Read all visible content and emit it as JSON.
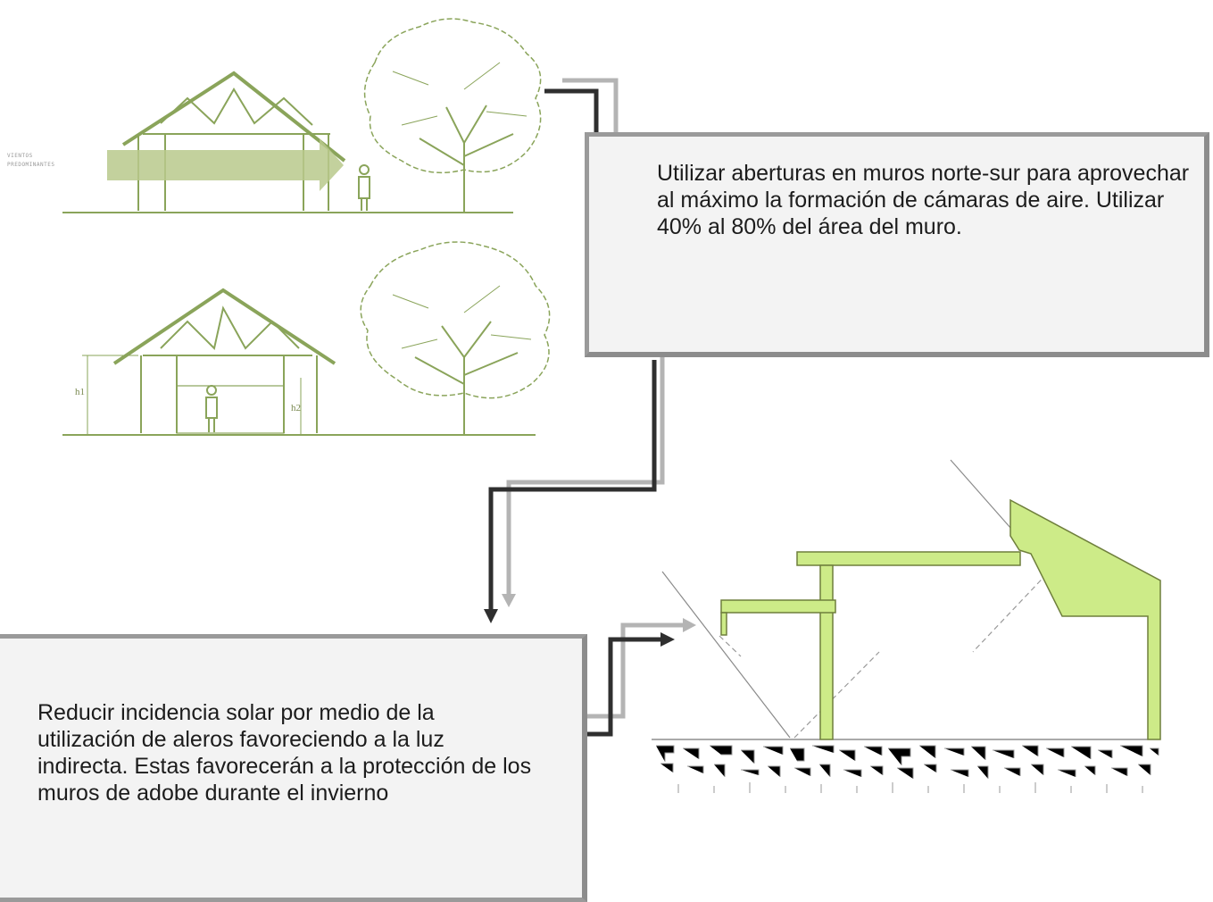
{
  "notes": {
    "top": "Utilizar aberturas en muros norte-sur para aprovechar al máximo la formación de cámaras de aire. Utilizar 40% al 80% del área del muro.",
    "bottom": "Reducir incidencia solar por medio de la utilización de aleros favoreciendo a la luz indirecta. Estas favorecerán a la protección de los muros de adobe durante el invierno"
  },
  "sketch_labels": {
    "wind_line1": "VIENTOS",
    "wind_line2": "PREDOMINANTES",
    "h1": "h1",
    "h2": "h2"
  },
  "colors": {
    "sketch_green": "#8aa45a",
    "roof_green": "#cdeb88",
    "wind_arrow": "#b8c98c",
    "connector_dark": "#2f2f2f",
    "connector_light": "#b4b4b4",
    "box_border": "#9a9a9a"
  }
}
